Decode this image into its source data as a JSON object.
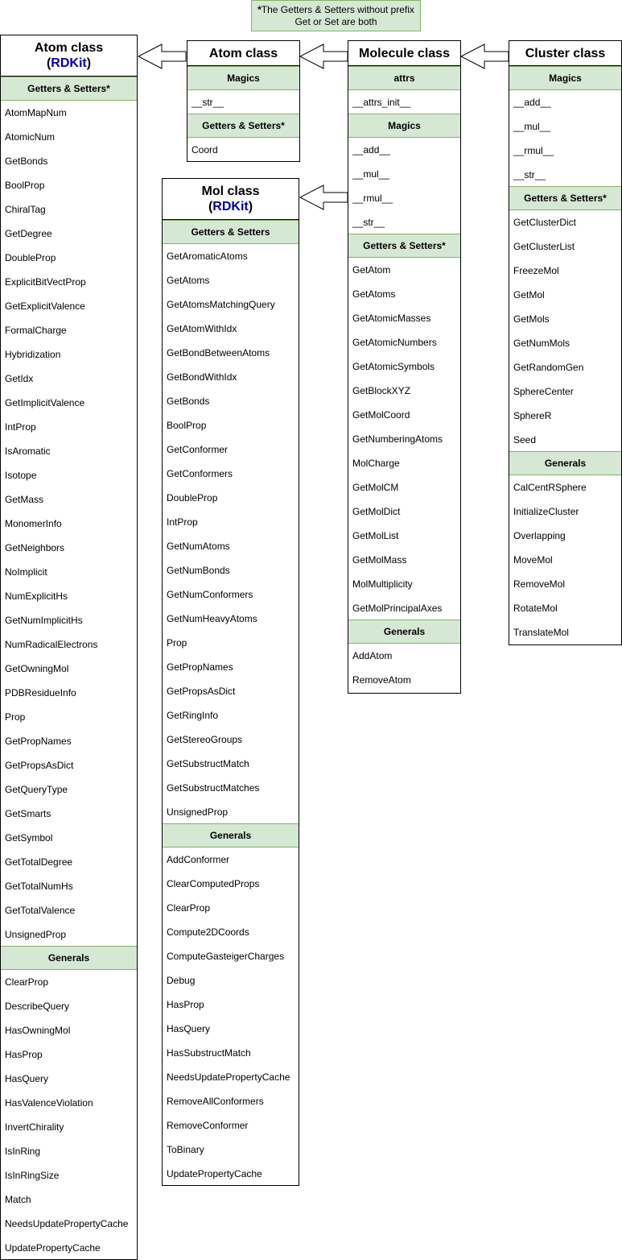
{
  "note": {
    "star": "*",
    "line1": "The Getters & Setters without prefix",
    "line2": "Get or Set are both"
  },
  "atom_rdkit": {
    "title": "Atom class",
    "paren_open": "(",
    "subtitle": "RDKit",
    "paren_close": ")",
    "sections": [
      {
        "label": "Getters & Setters*",
        "items": [
          "AtomMapNum",
          "AtomicNum",
          "GetBonds",
          "BoolProp",
          "ChiralTag",
          "GetDegree",
          "DoubleProp",
          "ExplicitBitVectProp",
          "GetExplicitValence",
          "FormalCharge",
          "Hybridization",
          "GetIdx",
          "GetImplicitValence",
          "IntProp",
          "IsAromatic",
          "Isotope",
          "GetMass",
          "MonomerInfo",
          "GetNeighbors",
          "NoImplicit",
          "NumExplicitHs",
          "GetNumImplicitHs",
          "NumRadicalElectrons",
          "GetOwningMol",
          "PDBResidueInfo",
          "Prop",
          "GetPropNames",
          "GetPropsAsDict",
          "GetQueryType",
          "GetSmarts",
          "GetSymbol",
          "GetTotalDegree",
          "GetTotalNumHs",
          "GetTotalValence",
          "UnsignedProp"
        ]
      },
      {
        "label": "Generals",
        "items": [
          "ClearProp",
          "DescribeQuery",
          "HasOwningMol",
          "HasProp",
          "HasQuery",
          "HasValenceViolation",
          "InvertChirality",
          "IsInRing",
          "IsInRingSize",
          "Match",
          "NeedsUpdatePropertyCache",
          "UpdatePropertyCache"
        ]
      }
    ]
  },
  "atom": {
    "title": "Atom class",
    "sections": [
      {
        "label": "Magics",
        "items": [
          "__str__"
        ]
      },
      {
        "label": "Getters & Setters*",
        "items": [
          "Coord"
        ]
      }
    ]
  },
  "mol_rdkit": {
    "title": "Mol class",
    "paren_open": "(",
    "subtitle": "RDKit",
    "paren_close": ")",
    "sections": [
      {
        "label": "Getters & Setters",
        "items": [
          "GetAromaticAtoms",
          "GetAtoms",
          "GetAtomsMatchingQuery",
          "GetAtomWithIdx",
          "GetBondBetweenAtoms",
          "GetBondWithIdx",
          "GetBonds",
          "BoolProp",
          "GetConformer",
          "GetConformers",
          "DoubleProp",
          "IntProp",
          "GetNumAtoms",
          "GetNumBonds",
          "GetNumConformers",
          "GetNumHeavyAtoms",
          "Prop",
          "GetPropNames",
          "GetPropsAsDict",
          "GetRingInfo",
          "GetStereoGroups",
          "GetSubstructMatch",
          "GetSubstructMatches",
          "UnsignedProp"
        ]
      },
      {
        "label": "Generals",
        "items": [
          "AddConformer",
          "ClearComputedProps",
          "ClearProp",
          "Compute2DCoords",
          "ComputeGasteigerCharges",
          "Debug",
          "HasProp",
          "HasQuery",
          "HasSubstructMatch",
          "NeedsUpdatePropertyCache",
          "RemoveAllConformers",
          "RemoveConformer",
          "ToBinary",
          "UpdatePropertyCache"
        ]
      }
    ]
  },
  "molecule": {
    "title": "Molecule class",
    "sections": [
      {
        "label": "attrs",
        "items": [
          "__attrs_init__"
        ]
      },
      {
        "label": "Magics",
        "items": [
          "__add__",
          "__mul__",
          "__rmul__",
          "__str__"
        ]
      },
      {
        "label": "Getters & Setters*",
        "items": [
          "GetAtom",
          "GetAtoms",
          "GetAtomicMasses",
          "GetAtomicNumbers",
          "GetAtomicSymbols",
          "GetBlockXYZ",
          "GetMolCoord",
          "GetNumberingAtoms",
          "MolCharge",
          "GetMolCM",
          "GetMolDict",
          "GetMolList",
          "GetMolMass",
          "MolMultiplicity",
          "GetMolPrincipalAxes"
        ]
      },
      {
        "label": "Generals",
        "items": [
          "AddAtom",
          "RemoveAtom"
        ]
      }
    ]
  },
  "cluster": {
    "title": "Cluster class",
    "sections": [
      {
        "label": "Magics",
        "items": [
          "__add__",
          "__mul__",
          "__rmul__",
          "__str__"
        ]
      },
      {
        "label": "Getters & Setters*",
        "items": [
          "GetClusterDict",
          "GetClusterList",
          "FreezeMol",
          "GetMol",
          "GetMols",
          "GetNumMols",
          "GetRandomGen",
          "SphereCenter",
          "SphereR",
          "Seed"
        ]
      },
      {
        "label": "Generals",
        "items": [
          "CalCentRSphere",
          "InitializeCluster",
          "Overlapping",
          "MoveMol",
          "RemoveMol",
          "RotateMol",
          "TranslateMol"
        ]
      }
    ]
  }
}
